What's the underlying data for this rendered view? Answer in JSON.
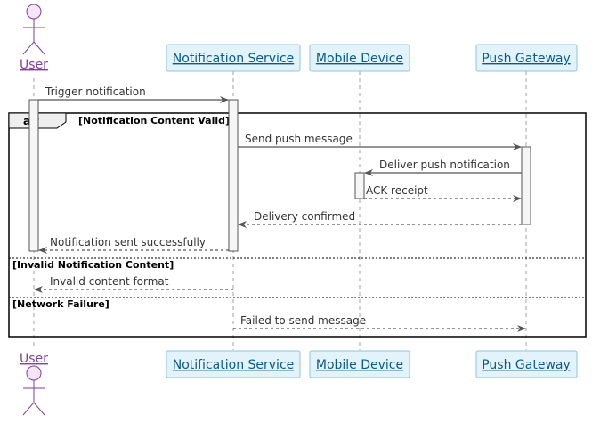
{
  "participants": {
    "user": "User",
    "notification_service": "Notification Service",
    "mobile_device": "Mobile Device",
    "push_gateway": "Push Gateway"
  },
  "fragment": {
    "keyword": "alt",
    "guard_valid": "[Notification Content Valid]",
    "guard_invalid": "[Invalid Notification Content]",
    "guard_network": "[Network Failure]"
  },
  "messages": {
    "trigger": "Trigger notification",
    "send_push": "Send push message",
    "deliver_push": "Deliver push notification",
    "ack": "ACK receipt",
    "delivery_confirmed": "Delivery confirmed",
    "sent_success": "Notification sent successfully",
    "invalid_format": "Invalid content format",
    "failed_send": "Failed to send message"
  },
  "colors": {
    "participant_fill": "#e2f3fb",
    "participant_border": "#8ec5dd",
    "participant_text": "#0b5a8a",
    "actor": "#7f3f9e",
    "actor_fill": "#f5e6f7",
    "lifeline": "#a0a0a0",
    "arrow": "#555555"
  }
}
